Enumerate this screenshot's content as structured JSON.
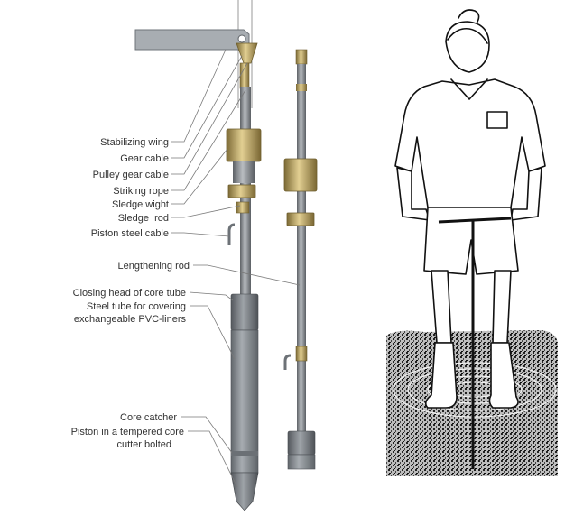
{
  "labels": {
    "stabilizing_wing": "Stabilizing wing",
    "gear_cable": "Gear cable",
    "pulley_gear_cable": "Pulley gear cable",
    "striking_rope": "Striking rope",
    "sledge_wight": "Sledge wight",
    "sledge_rod": "Sledge  rod",
    "piston_steel_cable": "Piston steel cable",
    "lengthening_rod": "Lengthening rod",
    "closing_head": "Closing head of core tube",
    "steel_tube_line1": "Steel tube for covering",
    "steel_tube_line2": "exchangeable PVC-liners",
    "core_catcher": "Core catcher",
    "piston_line1": "Piston in a tempered core",
    "piston_line2": "cutter bolted"
  },
  "colors": {
    "rod": "#7f8489",
    "tube": "#8c9196",
    "brass": "#b69b5a",
    "leader": "#7a7a7a",
    "text": "#333333",
    "ground": "#1e1e1e"
  }
}
